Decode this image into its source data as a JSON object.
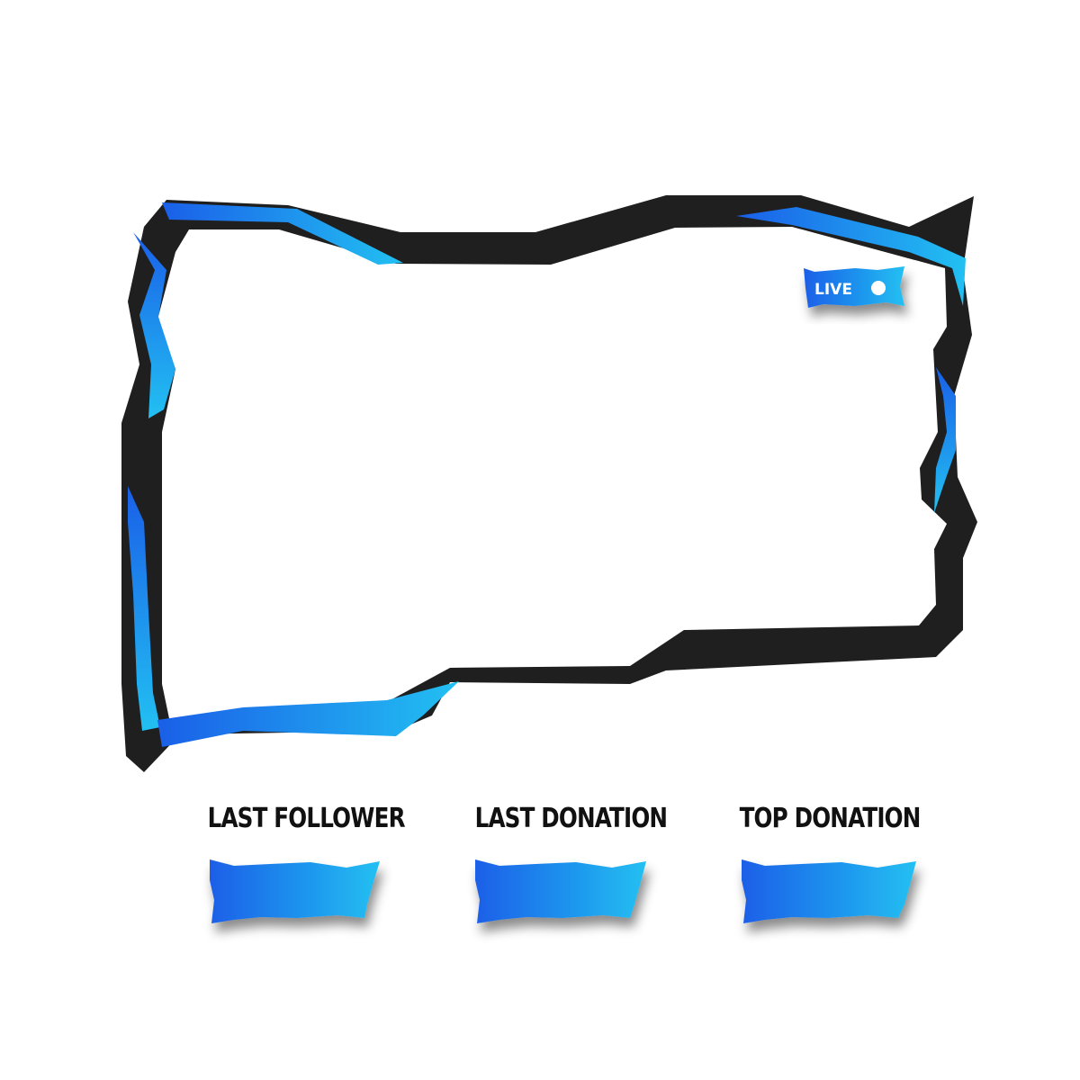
{
  "live_badge": {
    "label": "LIVE"
  },
  "panels": [
    {
      "label": "LAST FOLLOWER"
    },
    {
      "label": "LAST DONATION"
    },
    {
      "label": "TOP DONATION"
    }
  ],
  "colors": {
    "frame": "#1f1f1f",
    "accent_dark": "#1a5fe8",
    "accent_light": "#22c0f2",
    "label_text": "#111111",
    "background": "#ffffff"
  }
}
